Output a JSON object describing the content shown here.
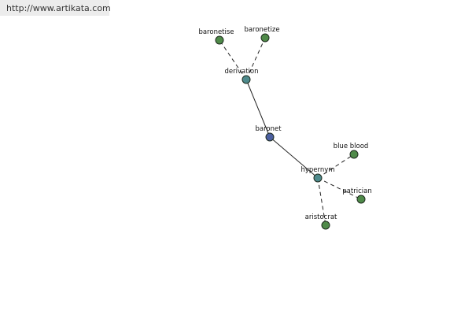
{
  "source_url": "http://www.artikata.com",
  "colors": {
    "center": "#4b5fa0",
    "relation": "#4e8a8c",
    "leaf": "#4f8a49"
  },
  "nodes": {
    "baronetise": "baronetise",
    "baronetize": "baronetize",
    "derivation": "derivation",
    "baronet": "baronet",
    "hypernym": "hypernym",
    "blue_blood": "blue blood",
    "patrician": "patrician",
    "aristocrat": "aristocrat"
  }
}
